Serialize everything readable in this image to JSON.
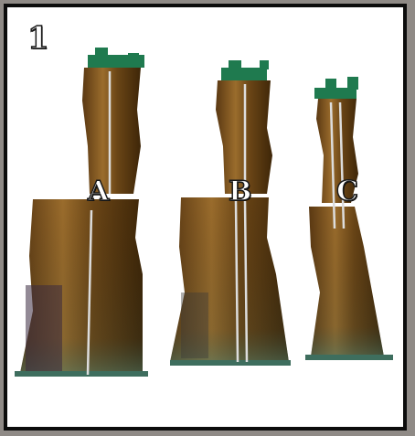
{
  "figure": {
    "step_number": "1",
    "towers": [
      {
        "label": "A",
        "name": "tower-a"
      },
      {
        "label": "B",
        "name": "tower-b"
      },
      {
        "label": "C",
        "name": "tower-c"
      }
    ]
  },
  "colors": {
    "bark_dark": "#4a2f10",
    "bark_mid": "#7a5220",
    "bark_light": "#b08840",
    "moss": "#3e6e5e",
    "cap_green": "#1f7a4f",
    "frame": "#0c0c0c"
  }
}
